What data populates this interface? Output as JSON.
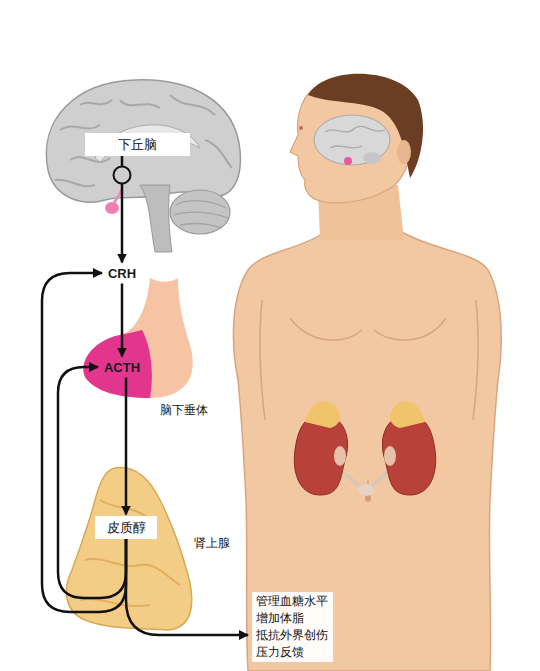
{
  "diagram": {
    "nodes": [
      {
        "text": [
          "下丘脑"
        ]
      },
      {
        "text": [
          "CRH"
        ]
      },
      {
        "text": [
          "ACTH"
        ]
      },
      {
        "text": [
          "皮质醇"
        ]
      },
      {
        "text": [
          "管理血糖水平",
          "增加体脂",
          "抵抗外界创伤",
          "压力反馈"
        ]
      }
    ],
    "edges": [
      {
        "from": 0,
        "to": 1,
        "arrow": "to"
      },
      {
        "from": 1,
        "to": 2,
        "arrow": "to"
      },
      {
        "from": 2,
        "to": 3,
        "arrow": "to"
      },
      {
        "from": 3,
        "to": 1,
        "arrow": "to"
      },
      {
        "from": 3,
        "to": 2,
        "arrow": "to"
      },
      {
        "from": 3,
        "to": 4,
        "arrow": "to"
      }
    ],
    "labels": [
      "脑下垂体",
      "肾上腺"
    ]
  }
}
